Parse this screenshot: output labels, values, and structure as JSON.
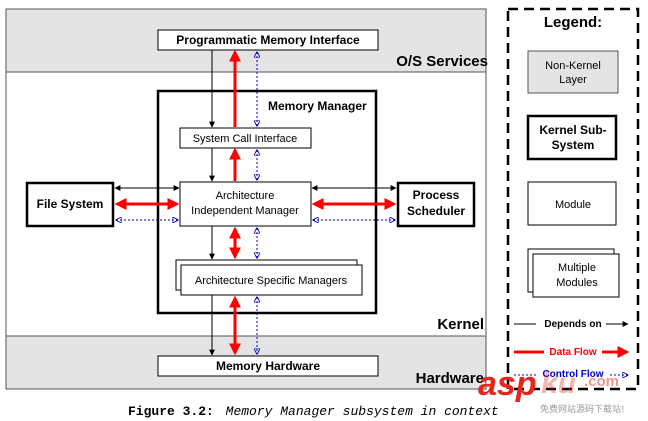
{
  "layers": {
    "os_services": "O/S Services",
    "kernel": "Kernel",
    "hardware": "Hardware"
  },
  "boxes": {
    "programmatic_memory_interface": "Programmatic Memory Interface",
    "memory_manager": "Memory Manager",
    "system_call_interface": "System Call Interface",
    "arch_independent_manager_line1": "Architecture",
    "arch_independent_manager_line2": "Independent Manager",
    "arch_specific_managers": "Architecture Specific Managers",
    "file_system": "File System",
    "process_scheduler_line1": "Process",
    "process_scheduler_line2": "Scheduler",
    "memory_hardware": "Memory Hardware"
  },
  "legend": {
    "title": "Legend:",
    "non_kernel_line1": "Non-Kernel",
    "non_kernel_line2": "Layer",
    "kernel_sub_line1": "Kernel Sub-",
    "kernel_sub_line2": "System",
    "module": "Module",
    "multiple_line1": "Multiple",
    "multiple_line2": "Modules",
    "depends_on": "Depends on",
    "data_flow": "Data Flow",
    "control_flow": "Control Flow"
  },
  "caption": {
    "prefix": "Figure 3.2:",
    "text": "Memory Manager subsystem in context"
  },
  "watermark": {
    "logo_text": "aspku.com",
    "subtitle": "免费网站源码下载站!"
  },
  "colors": {
    "layer_fill": "#e4e4e4",
    "data_flow": "#ff0000",
    "control_flow": "#0000cc",
    "depends_on": "#000000"
  }
}
